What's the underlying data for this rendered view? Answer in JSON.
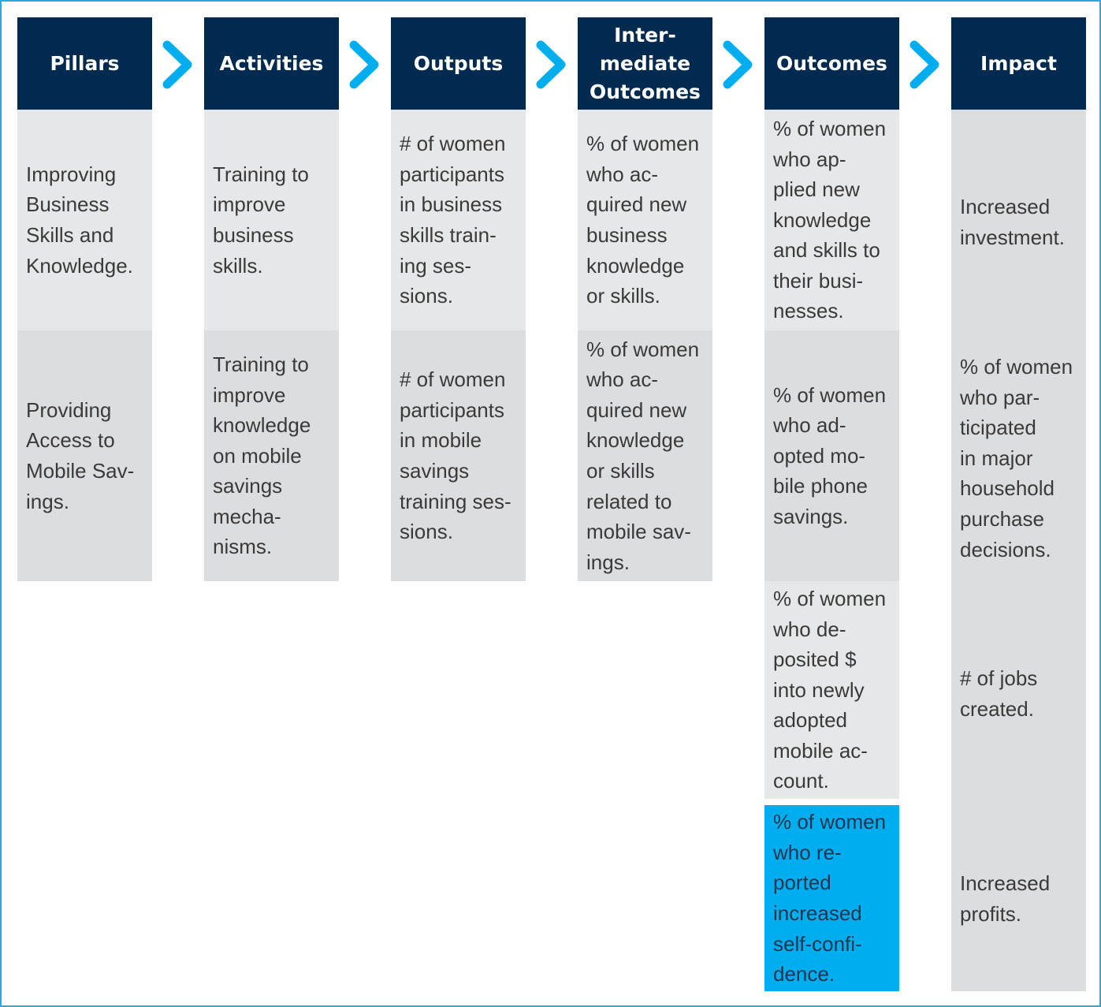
{
  "colors": {
    "header_bg": "#002a4f",
    "arrow": "#00aeef",
    "cell_light": "#e6e7e8",
    "cell_dark": "#dcdddf",
    "highlight": "#00aeef",
    "border": "#29a9e0"
  },
  "headers": [
    "Pillars",
    "Activities",
    "Outputs",
    "Inter-\nmediate\nOutcomes",
    "Outcomes",
    "Impact"
  ],
  "pillars": [
    "Improving\nBusiness\nSkills and\nKnowledge.",
    "Providing\nAccess to\nMobile Sav-\nings."
  ],
  "activities": [
    "Training to\nimprove\nbusiness\nskills.",
    "Training to\nimprove\nknowledge\non mobile\nsavings\nmecha-\nnisms."
  ],
  "outputs": [
    "# of women\nparticipants\nin business\nskills train-\ning ses-\nsions.",
    "# of women\nparticipants\nin mobile\nsavings\ntraining ses-\nsions."
  ],
  "intermediate_outcomes": [
    "% of women\nwho ac-\nquired new\nbusiness\nknowledge\nor skills.",
    "% of women\nwho ac-\nquired new\nknowledge\nor skills\nrelated to\nmobile sav-\nings."
  ],
  "outcomes": [
    "% of women\nwho ap-\nplied new\nknowledge\nand skills to\ntheir busi-\nnesses.",
    "% of women\nwho ad-\nopted mo-\nbile phone\nsavings.",
    "% of women\nwho de-\nposited $\ninto newly\nadopted\nmobile ac-\ncount.",
    "% of women\nwho re-\nported\nincreased\nself-confi-\ndence."
  ],
  "impact": [
    "Increased\ninvestment.",
    "% of women\nwho par-\nticipated\nin major\nhousehold\npurchase\ndecisions.",
    "# of jobs\ncreated.",
    "Increased\nprofits."
  ]
}
